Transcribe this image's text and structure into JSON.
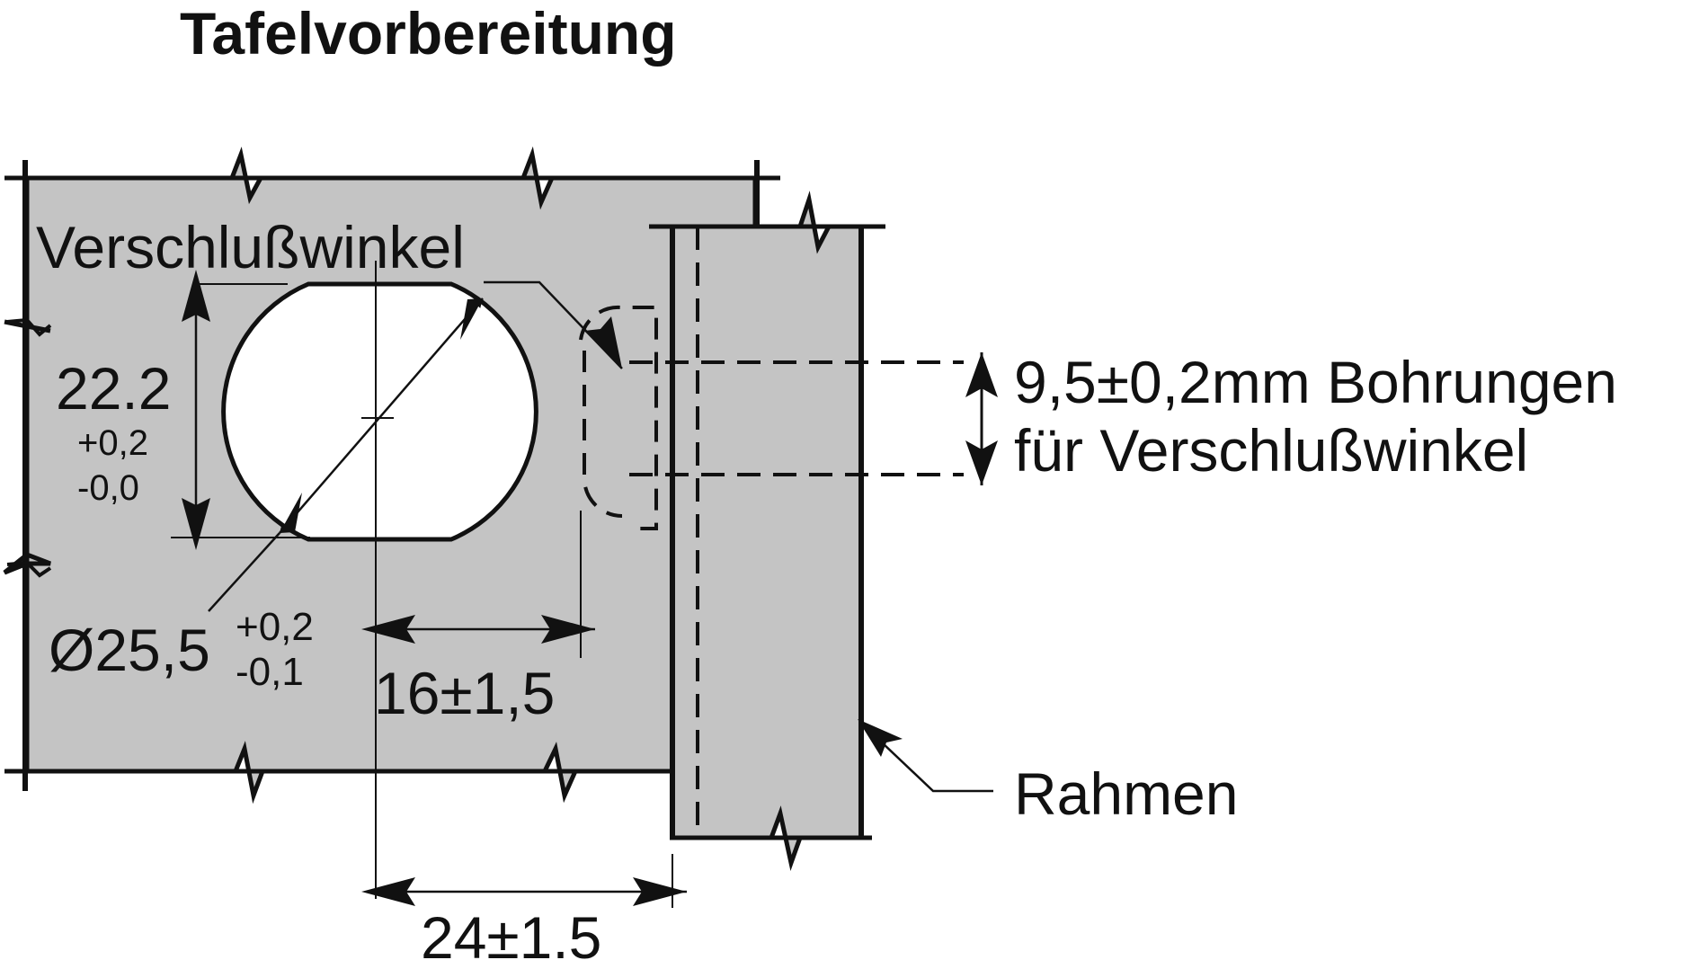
{
  "title": "Tafelvorbereitung",
  "labels": {
    "angle_bracket": "Verschlußwinkel",
    "height_value": "22.2",
    "height_tol_plus": "+0,2",
    "height_tol_minus": "-0,0",
    "diameter_value": "Ø25,5",
    "diameter_tol_plus": "+0,2",
    "diameter_tol_minus": "-0,1",
    "offset_16": "16±1,5",
    "offset_24": "24±1.5",
    "bore_line1": "9,5±0,2mm Bohrungen",
    "bore_line2": "für Verschlußwinkel",
    "frame": "Rahmen"
  },
  "colors": {
    "panel_fill": "#c4c4c4",
    "frame_fill": "#c4c4c4",
    "ink": "#111111",
    "background": "#ffffff"
  }
}
